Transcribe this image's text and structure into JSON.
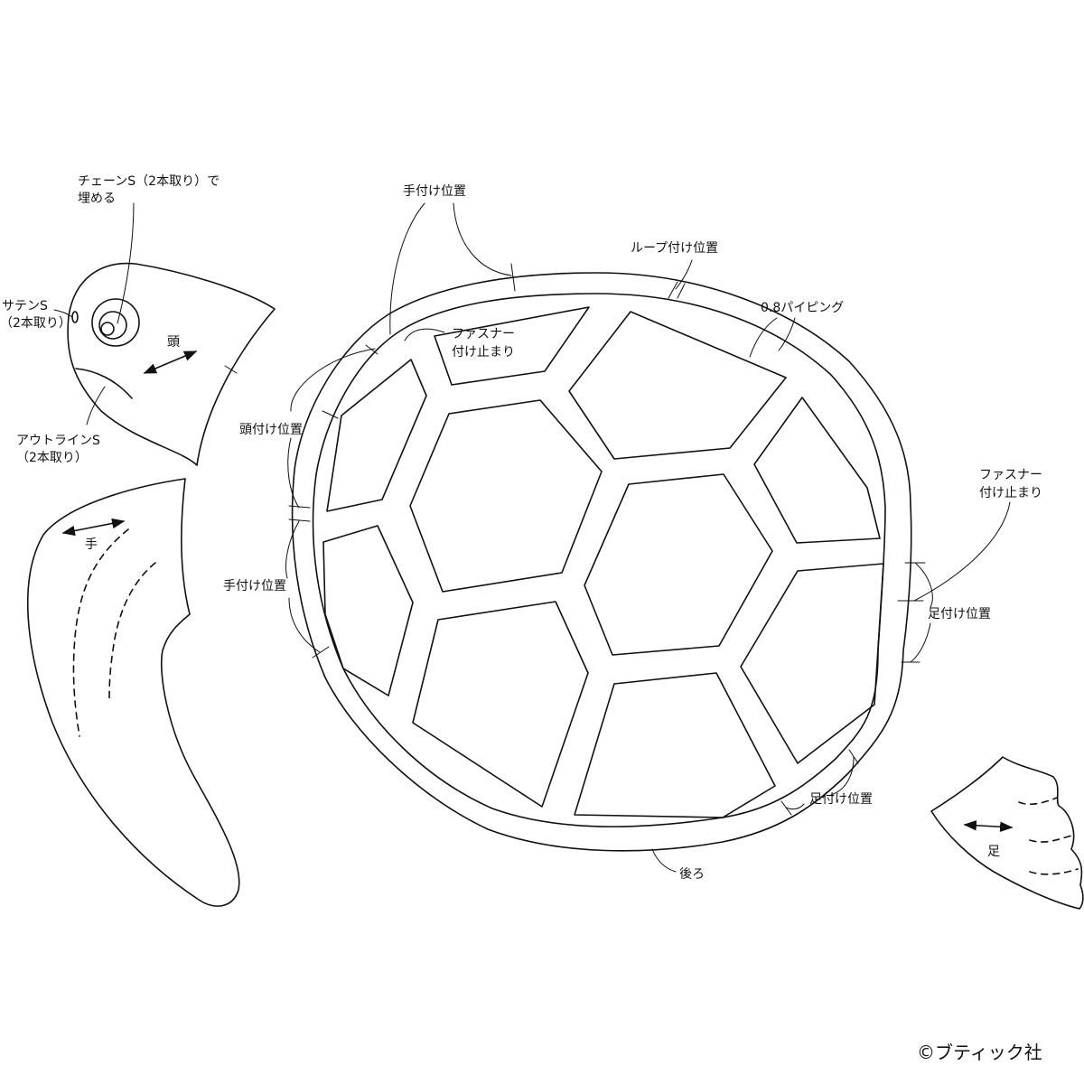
{
  "labels": {
    "chain_stitch_l1": "チェーンS（2本取り）で",
    "chain_stitch_l2": "埋める",
    "satin_stitch_l1": "サテンS",
    "satin_stitch_l2": "（2本取り）",
    "head": "頭",
    "outline_stitch_l1": "アウトラインS",
    "outline_stitch_l2": "（2本取り）",
    "hand": "手",
    "hand_position_top": "手付け位置",
    "loop_position": "ループ付け位置",
    "piping": "0.8パイピング",
    "zipper_stop_top_l1": "ファスナー",
    "zipper_stop_top_l2": "付け止まり",
    "head_position": "頭付け位置",
    "hand_position_left": "手付け位置",
    "zipper_stop_right_l1": "ファスナー",
    "zipper_stop_right_l2": "付け止まり",
    "foot_position_right": "足付け位置",
    "foot_position_bottom": "足付け位置",
    "back": "後ろ",
    "foot": "足"
  },
  "copyright": "©ブティック社",
  "colors": {
    "line": "#111111",
    "background": "#ffffff"
  }
}
